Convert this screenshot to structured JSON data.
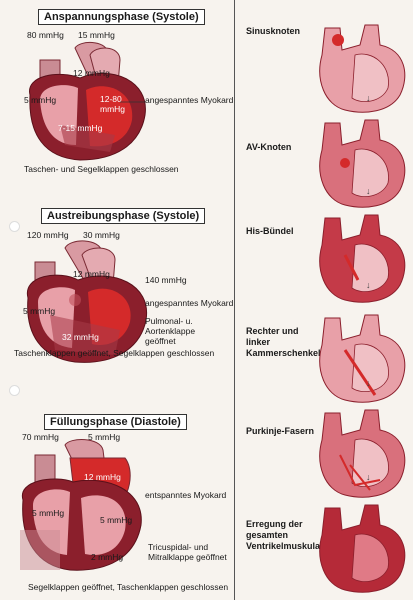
{
  "phases": [
    {
      "title": "Anspannungsphase (Systole)",
      "pressures": [
        "80 mmHg",
        "15 mmHg",
        "12 mmHg",
        "5 mmHg",
        "12-80 mmHg",
        "7-15 mmHg"
      ],
      "annotation": "angespanntes Myokard",
      "caption": "Taschen- und Segelklappen geschlossen"
    },
    {
      "title": "Austreibungsphase (Systole)",
      "pressures": [
        "120 mmHg",
        "30 mmHg",
        "12 mmHg",
        "140 mmHg",
        "5 mmHg",
        "32 mmHg"
      ],
      "annotation": "angespanntes Myokard",
      "annotation2": "Pulmonal- u. Aortenklappe geöffnet",
      "caption": "Taschenklappen geöffnet, Segelklappen geschlossen"
    },
    {
      "title": "Füllungsphase (Diastole)",
      "pressures": [
        "70 mmHg",
        "5 mmHg",
        "5 mmHg",
        "12 mmHg",
        "5 mmHg",
        "2 mmHg"
      ],
      "annotation": "entspanntes Myokard",
      "annotation2": "Tricuspidal- und Mitralklappe geöffnet",
      "caption": "Segelklappen geöffnet, Taschenklappen geschlossen"
    }
  ],
  "conduction": [
    "Sinusknoten",
    "AV-Knoten",
    "His-Bündel",
    "Rechter und linker Kammerschenkel",
    "Purkinje-Fasern",
    "Erregung der gesamten Ventrikelmuskulatur"
  ],
  "colors": {
    "heart_pink": "#e8a0a8",
    "heart_dark": "#8b1f2c",
    "myocard_red": "#d42a2a",
    "vessel": "#c97b84"
  }
}
